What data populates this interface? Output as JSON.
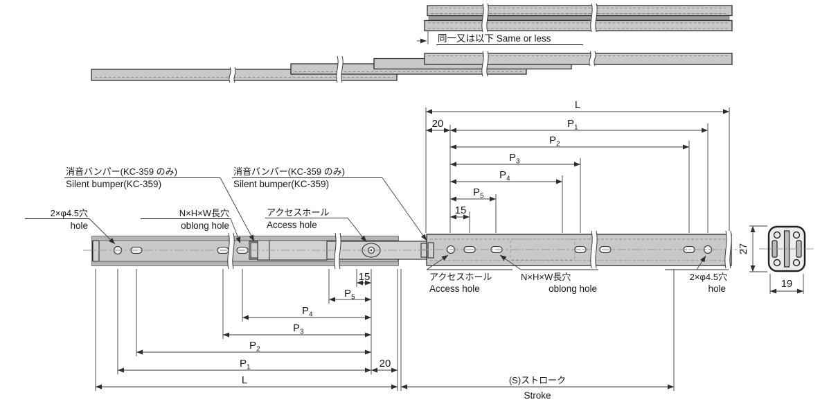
{
  "drawing": {
    "type": "technical-drawing-drawer-slide",
    "notes": {
      "same_or_less": "同一又は以下 Same or less"
    },
    "labels": {
      "silent_bumper_jp": "消音バンパー(KC-359 のみ)",
      "silent_bumper_en": "Silent bumper(KC-359)",
      "hole_jp": "2×φ4.5穴",
      "hole_en": "hole",
      "oblong_jp": "N×H×W長穴",
      "oblong_en": "oblong hole",
      "access_jp": "アクセスホール",
      "access_en": "Access hole",
      "stroke_jp": "(S)ストローク",
      "stroke_en": "Stroke"
    },
    "dims": {
      "L": "L",
      "p": "P",
      "s1": "1",
      "s2": "2",
      "s3": "3",
      "s4": "4",
      "s5": "5",
      "n20": "20",
      "n15": "15",
      "n27": "27",
      "n19": "19"
    },
    "colors": {
      "rail_fill": "#c9c9c9",
      "line_ink": "#2c2c2c",
      "background": "#ffffff"
    }
  }
}
